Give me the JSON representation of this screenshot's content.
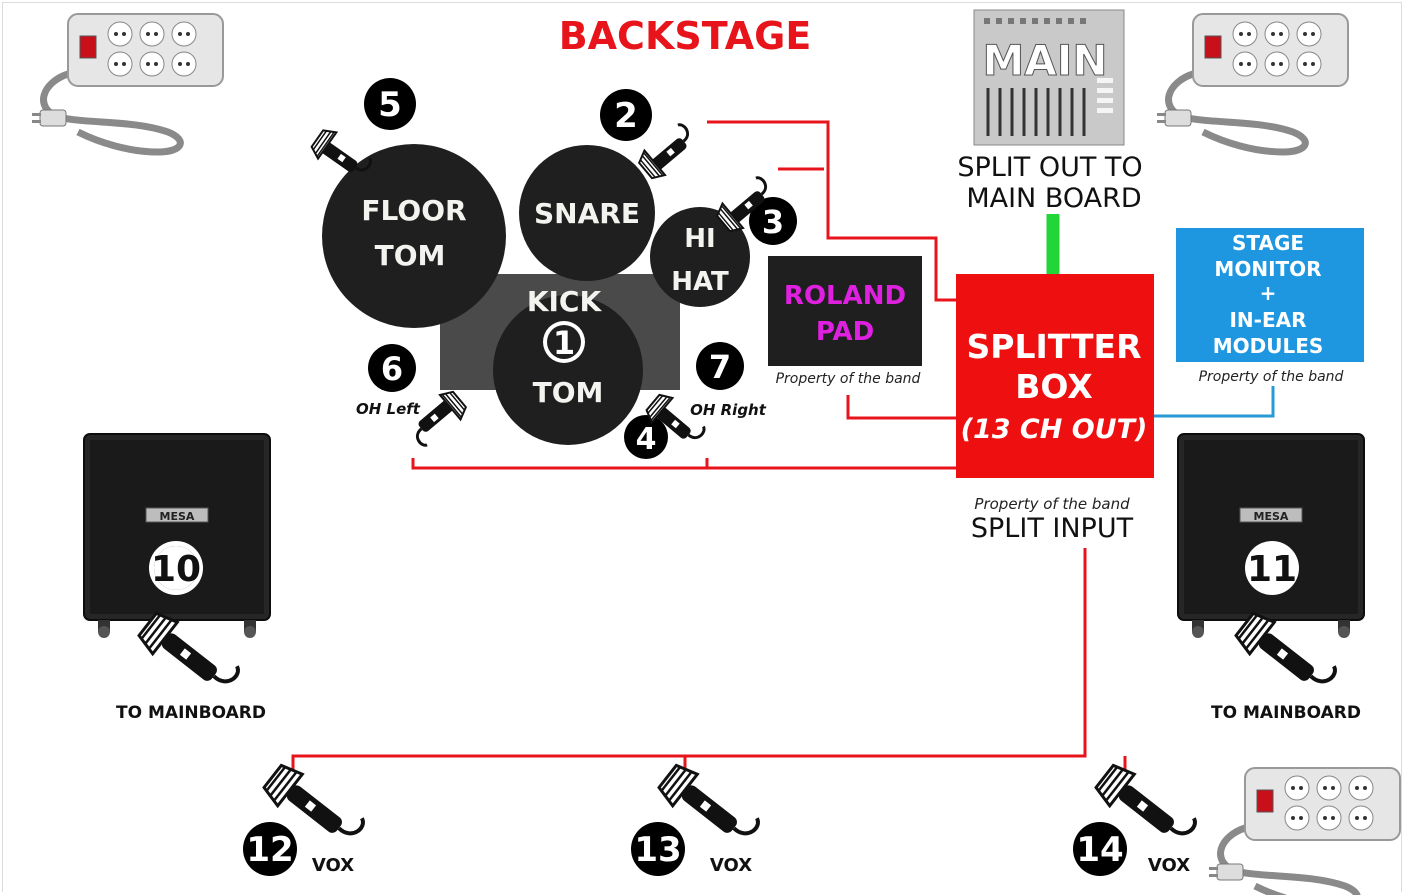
{
  "title": "BACKSTAGE",
  "drums": {
    "floor_tom": [
      "FLOOR",
      "TOM"
    ],
    "snare": "SNARE",
    "hihat": [
      "HI",
      "HAT"
    ],
    "kick": "KICK",
    "kick_tom": "TOM",
    "roland_pad": [
      "ROLAND",
      "PAD"
    ]
  },
  "channels": {
    "ch1": "1",
    "ch2": "2",
    "ch3": "3",
    "ch4": "4",
    "ch5": "5",
    "ch6": "6",
    "ch7": "7",
    "ch10": "10",
    "ch11": "11",
    "ch12": "12",
    "ch13": "13",
    "ch14": "14"
  },
  "labels": {
    "oh_left": "OH Left",
    "oh_right": "OH Right",
    "property": "Property of the band",
    "split_out": [
      "SPLIT OUT TO",
      "MAIN BOARD"
    ],
    "main": "MAIN",
    "split_input": "SPLIT INPUT",
    "to_mainboard": "TO MAINBOARD",
    "vox": "VOX",
    "mesa": "MESA"
  },
  "splitter": [
    "SPLITTER",
    "BOX",
    "(13 CH OUT)"
  ],
  "monitor": [
    "STAGE",
    "MONITOR",
    "+",
    "IN-EAR",
    "MODULES"
  ],
  "colors": {
    "title": "#e8141b",
    "cable_red": "#e8141b",
    "cable_green": "#22d63a",
    "cable_blue": "#2a9ad6",
    "splitter": "#ee1010",
    "monitor": "#1e97e0",
    "pad_text": "#e020e0",
    "drum": "#1f1f1f",
    "kick_base": "#4a4a4a"
  },
  "icons": [
    "power-strip-icon",
    "microphone-icon",
    "mixer-console-icon",
    "amp-cabinet-icon"
  ]
}
